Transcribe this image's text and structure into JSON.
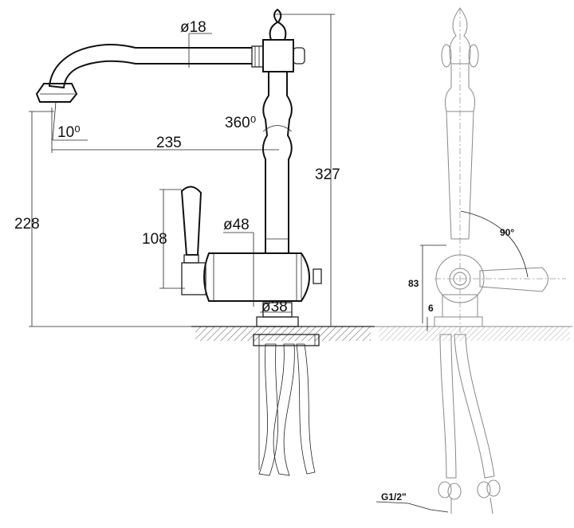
{
  "front_view": {
    "dimensions": {
      "spout_diameter": "ø18",
      "rotation": "360⁰",
      "spout_angle": "10⁰",
      "spout_reach": "235",
      "total_height": "327",
      "spout_height": "228",
      "lever_height": "108",
      "body_diameter": "ø48",
      "base_diameter": "ø38"
    }
  },
  "side_view": {
    "dimensions": {
      "lever_angle": "90°",
      "lever_axis_height": "83",
      "base_thickness": "6",
      "hose_thread": "G1/2\""
    }
  }
}
